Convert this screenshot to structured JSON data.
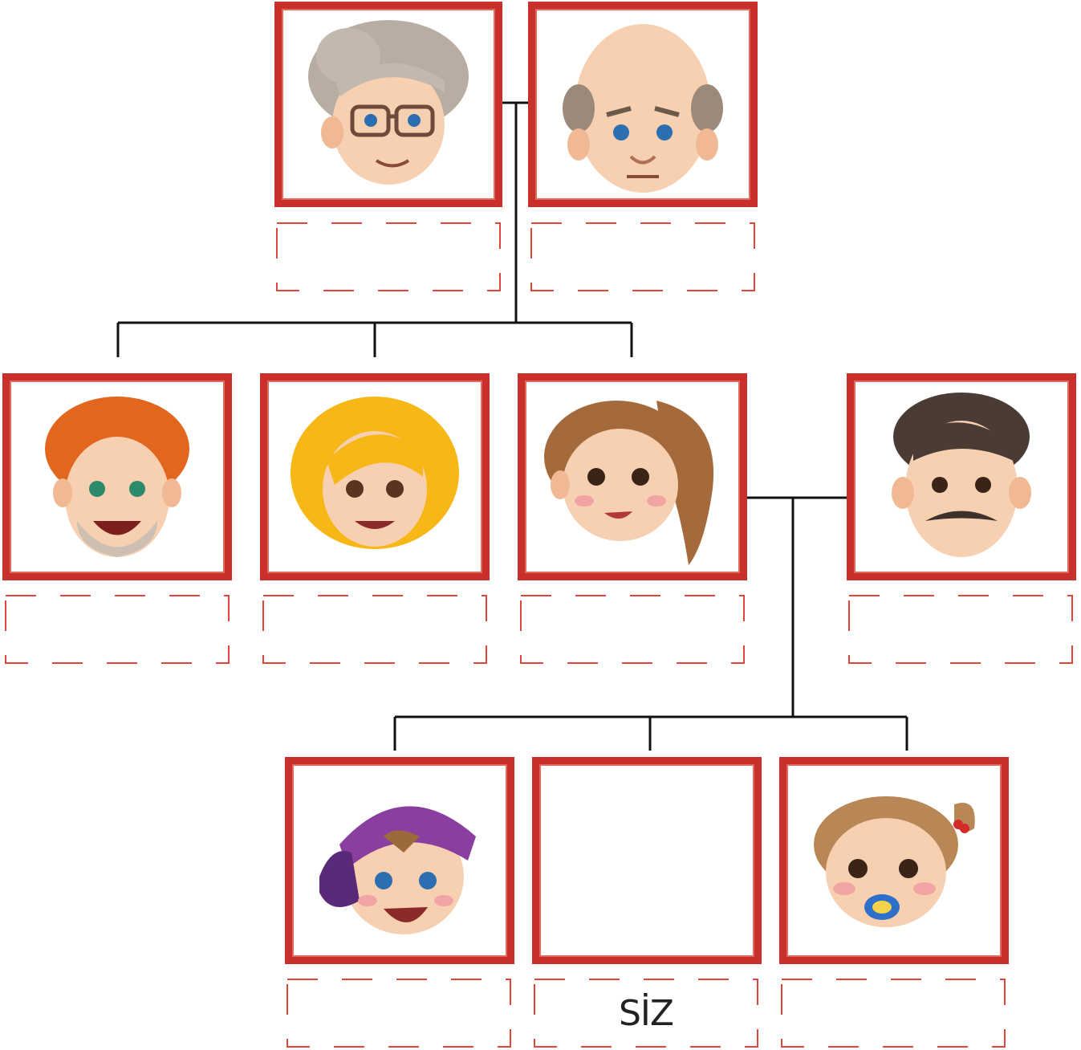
{
  "tree": {
    "colors": {
      "frame": "#c9302c",
      "dash": "#e0463c",
      "line": "#111111"
    },
    "members": [
      {
        "id": "grandmother",
        "icon": "grandmother-face-icon",
        "label": ""
      },
      {
        "id": "grandfather",
        "icon": "grandfather-face-icon",
        "label": ""
      },
      {
        "id": "uncle",
        "icon": "curly-red-hair-man-face-icon",
        "label": ""
      },
      {
        "id": "aunt",
        "icon": "blonde-woman-face-icon",
        "label": ""
      },
      {
        "id": "mother",
        "icon": "ponytail-woman-face-icon",
        "label": ""
      },
      {
        "id": "father",
        "icon": "mustache-man-face-icon",
        "label": ""
      },
      {
        "id": "brother",
        "icon": "boy-with-cap-face-icon",
        "label": ""
      },
      {
        "id": "you",
        "icon": "",
        "label": "SİZ"
      },
      {
        "id": "baby-sister",
        "icon": "baby-girl-with-pacifier-face-icon",
        "label": ""
      }
    ]
  }
}
